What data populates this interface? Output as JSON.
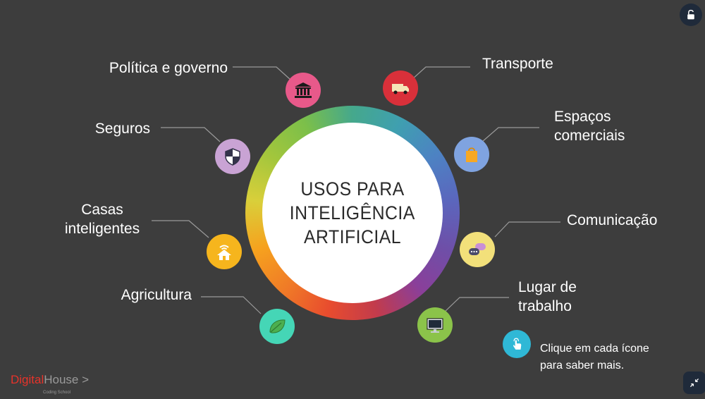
{
  "center": {
    "line1": "USOS PARA",
    "line2": "INTELIGÊNCIA",
    "line3": "ARTIFICIAL"
  },
  "items": [
    {
      "label": "Política e governo",
      "icon": "bank-icon",
      "color": "#e8598a"
    },
    {
      "label": "Seguros",
      "icon": "shield-icon",
      "color": "#c9a3d4"
    },
    {
      "label": "Casas inteligentes",
      "line1": "Casas",
      "line2": "inteligentes",
      "icon": "smart-home-icon",
      "color": "#f6b51d"
    },
    {
      "label": "Agricultura",
      "icon": "leaf-icon",
      "color": "#45d6b6"
    },
    {
      "label": "Transporte",
      "icon": "truck-icon",
      "color": "#d9303a"
    },
    {
      "label": "Espaços comerciais",
      "line1": "Espaços",
      "line2": "comerciais",
      "icon": "shopping-bag-icon",
      "color": "#7fa3e0"
    },
    {
      "label": "Comunicação",
      "icon": "chat-icon",
      "color": "#f2e07a"
    },
    {
      "label": "Lugar de trabalho",
      "line1": "Lugar de",
      "line2": "trabalho",
      "icon": "monitor-icon",
      "color": "#8bc34a"
    }
  ],
  "hint": {
    "line1": "Clique em cada ícone",
    "line2": "para saber mais.",
    "icon": "tap-icon"
  },
  "logo": {
    "part1": "Digital",
    "part2": "House",
    "suffix": ">",
    "sub": "Coding School"
  },
  "controls": {
    "top_right": "unlock-icon",
    "bottom_right": "collapse-icon"
  }
}
